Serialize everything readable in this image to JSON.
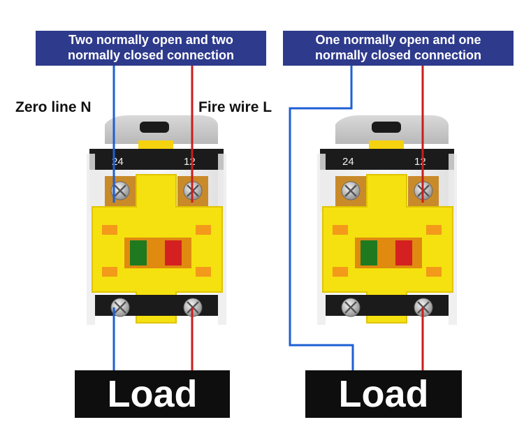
{
  "banners": {
    "left": {
      "line1": "Two normally open and two",
      "line2": "normally closed connection"
    },
    "right": {
      "line1": "One normally open and one",
      "line2": "normally closed connection"
    }
  },
  "labels": {
    "zero_line": "Zero line N",
    "fire_wire": "Fire wire L"
  },
  "switches": {
    "left": {
      "terminal_left": "24",
      "terminal_right": "12"
    },
    "right": {
      "terminal_left": "24",
      "terminal_right": "12"
    }
  },
  "loads": {
    "left": "Load",
    "right": "Load"
  },
  "colors": {
    "banner": "#2e3a8c",
    "neutral_wire": "#1e5fd4",
    "live_wire": "#c81e1e",
    "housing": "#f5e10f",
    "load_box": "#0e0e0e"
  },
  "icons": {
    "screw": "screw-terminal-icon",
    "green_contact": "green-contact-icon",
    "red_contact": "red-contact-icon"
  }
}
